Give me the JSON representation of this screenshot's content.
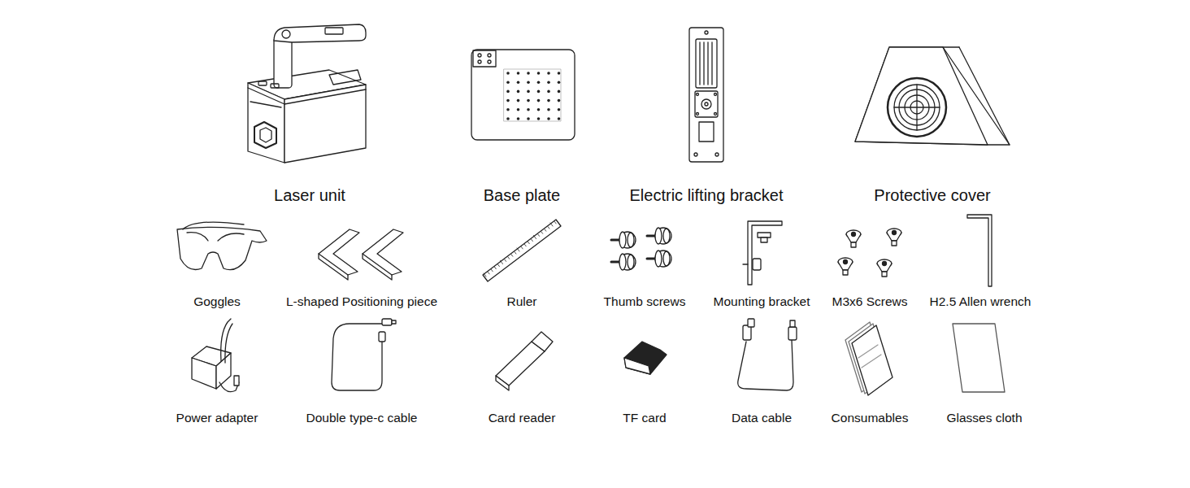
{
  "diagram": {
    "labels": [
      "Laser unit",
      "Base plate",
      "Electric lifting bracket",
      "Protective cover",
      "Goggles",
      "L-shaped Positioning piece",
      "Ruler",
      "Thumb screws",
      "Mounting bracket",
      "M3x6 Screws",
      "H2.5 Allen wrench",
      "Power adapter",
      "Double type-c cable",
      "Card reader",
      "TF card",
      "Data cable",
      "Consumables",
      "Glasses cloth"
    ]
  }
}
